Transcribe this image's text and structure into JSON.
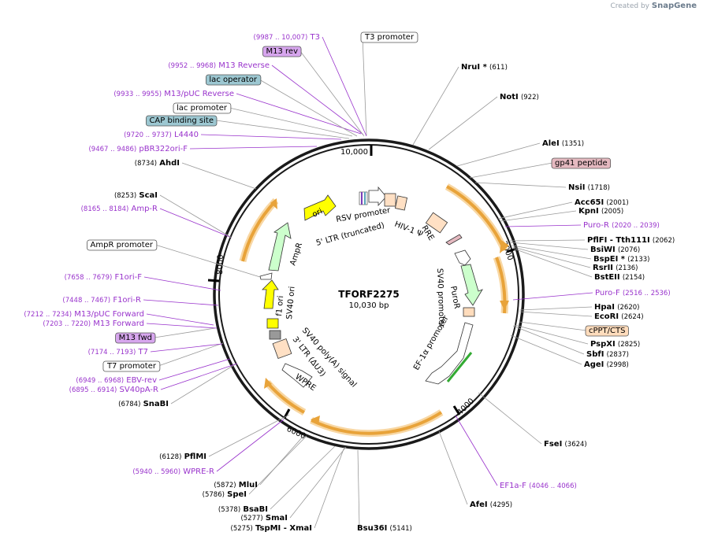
{
  "watermark": {
    "prefix": "Created by",
    "brand": "SnapGene"
  },
  "plasmid": {
    "name": "TFORF2275",
    "size": "10,030 bp"
  },
  "ticks": [
    "10,000",
    "2000",
    "4000",
    "6000",
    "8000"
  ],
  "enzymes": [
    {
      "name": "T3 promoter",
      "pos": "",
      "boxed": "white"
    },
    {
      "name": "NruI",
      "star": true,
      "pos": "(611)"
    },
    {
      "name": "NotI",
      "pos": "(922)"
    },
    {
      "name": "AleI",
      "pos": "(1351)"
    },
    {
      "name": "gp41 peptide",
      "pos": "",
      "boxed": "pink"
    },
    {
      "name": "NsiI",
      "pos": "(1718)"
    },
    {
      "name": "Acc65I",
      "pos": "(2001)"
    },
    {
      "name": "KpnI",
      "pos": "(2005)"
    },
    {
      "name": "Puro-R",
      "pos": "(2020 .. 2039)",
      "primer": true
    },
    {
      "name": "PflFI - Tth111I",
      "pos": "(2062)"
    },
    {
      "name": "BsiWI",
      "pos": "(2076)"
    },
    {
      "name": "BspEI",
      "star": true,
      "pos": "(2133)"
    },
    {
      "name": "RsrII",
      "pos": "(2136)"
    },
    {
      "name": "BstEII",
      "pos": "(2154)"
    },
    {
      "name": "Puro-F",
      "pos": "(2516 .. 2536)",
      "primer": true
    },
    {
      "name": "HpaI",
      "pos": "(2620)"
    },
    {
      "name": "EcoRI",
      "pos": "(2624)"
    },
    {
      "name": "cPPT/CTS",
      "pos": "",
      "boxed": "peach"
    },
    {
      "name": "PspXI",
      "pos": "(2825)"
    },
    {
      "name": "SbfI",
      "pos": "(2837)"
    },
    {
      "name": "AgeI",
      "pos": "(2998)"
    },
    {
      "name": "FseI",
      "pos": "(3624)"
    },
    {
      "name": "EF1a-F",
      "pos": "(4046 .. 4066)",
      "primer": true
    },
    {
      "name": "AfeI",
      "pos": "(4295)"
    },
    {
      "name": "Bsu36I",
      "pos": "(5141)"
    },
    {
      "name": "TspMI - XmaI",
      "pos": "(5275)"
    },
    {
      "name": "SmaI",
      "pos": "(5277)"
    },
    {
      "name": "BsaBI",
      "pos": "(5378)"
    },
    {
      "name": "SpeI",
      "pos": "(5786)"
    },
    {
      "name": "MluI",
      "pos": "(5872)"
    },
    {
      "name": "WPRE-R",
      "pos": "(5940 .. 5960)",
      "primer": true
    },
    {
      "name": "PflMI",
      "pos": "(6128)"
    },
    {
      "name": "SnaBI",
      "pos": "(6784)"
    },
    {
      "name": "SV40pA-R",
      "pos": "(6895 .. 6914)",
      "primer": true
    },
    {
      "name": "EBV-rev",
      "pos": "(6949 .. 6968)",
      "primer": true
    },
    {
      "name": "T7 promoter",
      "pos": "",
      "boxed": "white"
    },
    {
      "name": "T7",
      "pos": "(7174 .. 7193)",
      "primer": true
    },
    {
      "name": "M13 fwd",
      "pos": "",
      "boxed": "purple"
    },
    {
      "name": "M13 Forward",
      "pos": "(7203 .. 7220)",
      "primer": true
    },
    {
      "name": "M13/pUC Forward",
      "pos": "(7212 .. 7234)",
      "primer": true
    },
    {
      "name": "F1ori-R",
      "pos": "(7448 .. 7467)",
      "primer": true
    },
    {
      "name": "F1ori-F",
      "pos": "(7658 .. 7679)",
      "primer": true
    },
    {
      "name": "AmpR promoter",
      "pos": "",
      "boxed": "white"
    },
    {
      "name": "Amp-R",
      "pos": "(8165 .. 8184)",
      "primer": true
    },
    {
      "name": "ScaI",
      "pos": "(8253)"
    },
    {
      "name": "AhdI",
      "pos": "(8734)"
    },
    {
      "name": "pBR322ori-F",
      "pos": "(9467 .. 9486)",
      "primer": true
    },
    {
      "name": "L4440",
      "pos": "(9720 .. 9737)",
      "primer": true
    },
    {
      "name": "CAP binding site",
      "pos": "",
      "boxed": "teal"
    },
    {
      "name": "lac promoter",
      "pos": "",
      "boxed": "white"
    },
    {
      "name": "M13/pUC Reverse",
      "pos": "(9933 .. 9955)",
      "primer": true
    },
    {
      "name": "lac operator",
      "pos": "",
      "boxed": "teal"
    },
    {
      "name": "M13 Reverse",
      "pos": "(9952 .. 9968)",
      "primer": true
    },
    {
      "name": "M13 rev",
      "pos": "",
      "boxed": "purple"
    },
    {
      "name": "T3",
      "pos": "(9987 .. 10,007)",
      "primer": true
    }
  ],
  "features": [
    "RSV promoter",
    "5' LTR (truncated)",
    "HIV-1 Ψ",
    "RRE",
    "PuroR",
    "SV40 promoter",
    "EF-1α promoter",
    "WPRE",
    "3' LTR (ΔU3)",
    "SV40 poly(A) signal",
    "f1 ori",
    "SV40 ori",
    "AmpR",
    "ori"
  ],
  "colors": {
    "backbone": "#1a1a1a",
    "enzyme_line": "#999999",
    "primer": "#9933cc",
    "orf_arrow": "#e8a33a",
    "ori": "#ffff00",
    "ampr": "#ccffcc",
    "promoter": "#ffffff",
    "ltr": "#ffe0c4",
    "teal_box": "#9cc7d1",
    "purple_box": "#d7a6ee",
    "pink_box": "#e5b9c0",
    "peach_box": "#ffdcbc"
  }
}
